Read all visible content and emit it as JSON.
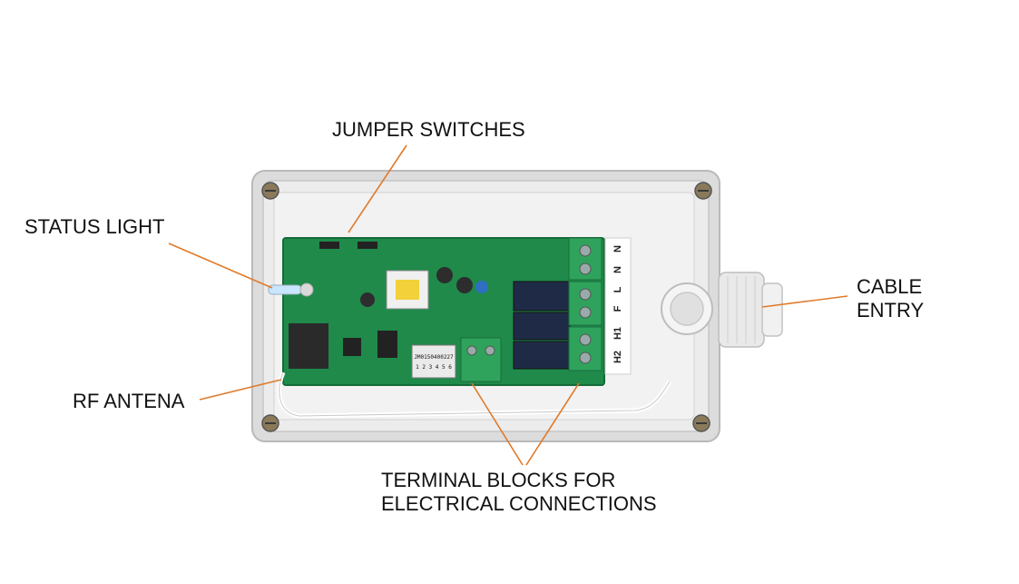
{
  "callouts": {
    "jumper_switches": "JUMPER SWITCHES",
    "status_light": "STATUS LIGHT",
    "rf_antenna": "RF ANTENA",
    "cable_entry": [
      "CABLE",
      "ENTRY"
    ],
    "terminal_blocks": [
      "TERMINAL BLOCKS FOR",
      "ELECTRICAL CONNECTIONS"
    ]
  },
  "board": {
    "terminal_legend": [
      "N",
      "N",
      "L",
      "F",
      "H1",
      "H2"
    ],
    "module_serial": "JM0150400227",
    "module_numbers": "1 2 3 4 5 6"
  },
  "colors": {
    "leader_line": "#e07a2a",
    "pcb_green": "#1f8a4a",
    "terminal_green": "#2fa35c",
    "enclosure": "#e6e6e6"
  }
}
